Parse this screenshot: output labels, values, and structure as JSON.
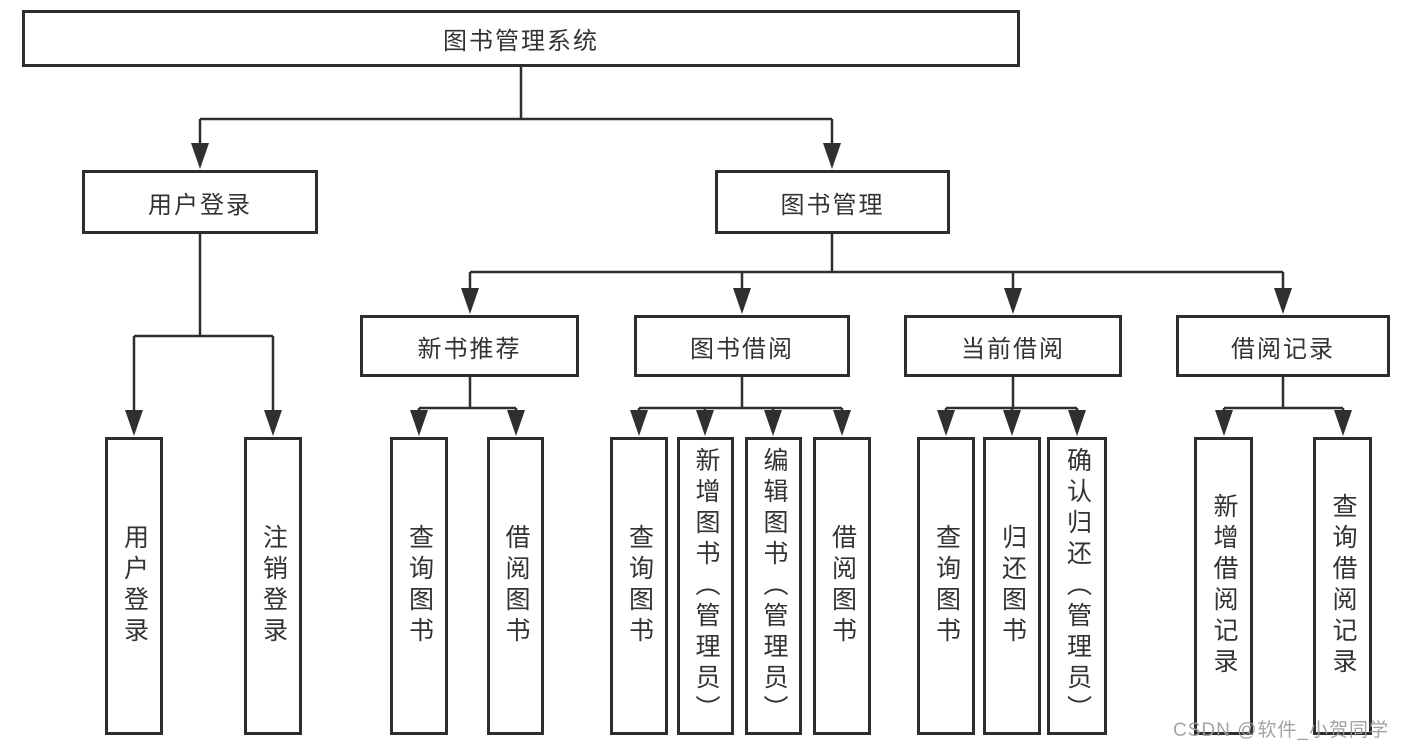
{
  "diagram_type": "functional-structure-tree",
  "colors": {
    "line": "#2f2f2f",
    "box_border": "#2d2d2d",
    "text": "#333333",
    "watermark": "#9e9e9e",
    "background": "#ffffff"
  },
  "watermark": {
    "text": "CSDN @软件_小贺同学"
  },
  "tree": {
    "root": "图书管理系统",
    "children": [
      {
        "label": "用户登录",
        "children": [
          {
            "label": "用户登录"
          },
          {
            "label": "注销登录"
          }
        ]
      },
      {
        "label": "图书管理",
        "children": [
          {
            "label": "新书推荐",
            "children": [
              {
                "label": "查询图书"
              },
              {
                "label": "借阅图书"
              }
            ]
          },
          {
            "label": "图书借阅",
            "children": [
              {
                "label": "查询图书"
              },
              {
                "label": "新增图书（管理员）"
              },
              {
                "label": "编辑图书（管理员）"
              },
              {
                "label": "借阅图书"
              }
            ]
          },
          {
            "label": "当前借阅",
            "children": [
              {
                "label": "查询图书"
              },
              {
                "label": "归还图书"
              },
              {
                "label": "确认归还（管理员）"
              }
            ]
          },
          {
            "label": "借阅记录",
            "children": [
              {
                "label": "新增借阅记录"
              },
              {
                "label": "查询借阅记录"
              }
            ]
          }
        ]
      }
    ]
  }
}
